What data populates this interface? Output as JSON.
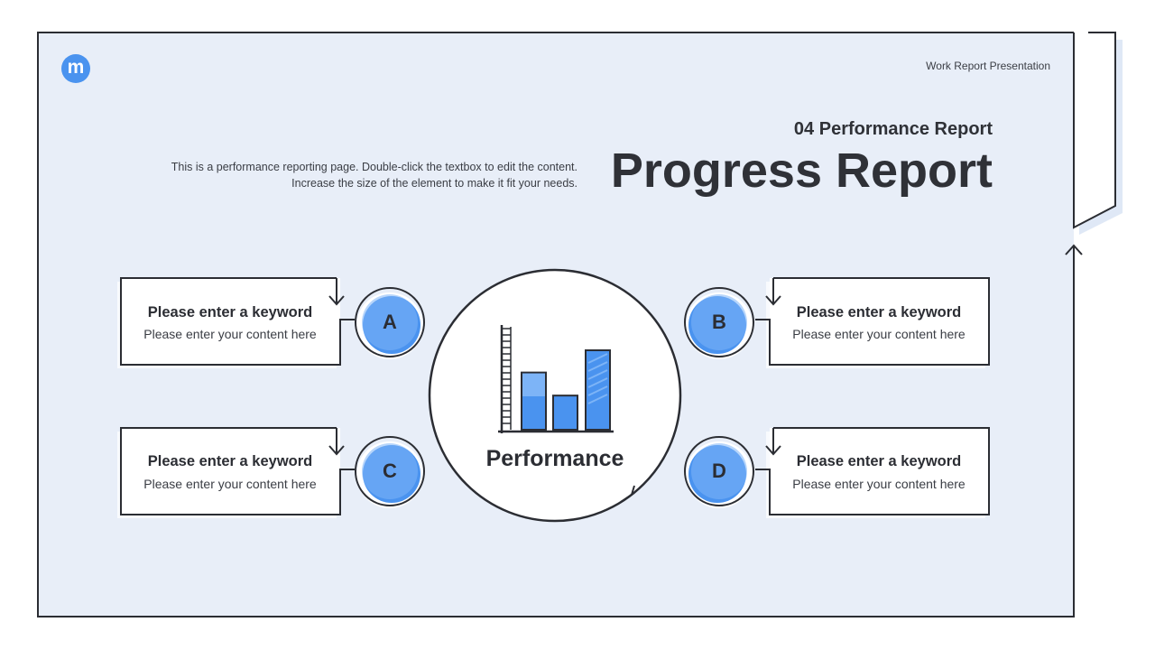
{
  "header": {
    "logo_glyph": "m",
    "presentation_label": "Work Report Presentation",
    "section_subtitle": "04 Performance Report",
    "title": "Progress Report",
    "description_line1": "This is a performance reporting page. Double-click the textbox to edit the content.",
    "description_line2": "Increase the size of the element to make it fit your needs."
  },
  "center": {
    "label": "Performance",
    "icon": "bar-chart-icon",
    "bar_levels": [
      0.72,
      0.43,
      1.0
    ]
  },
  "cards": [
    {
      "letter": "A",
      "keyword": "Please enter a keyword",
      "content": "Please enter your content here"
    },
    {
      "letter": "B",
      "keyword": "Please enter a keyword",
      "content": "Please enter your content here"
    },
    {
      "letter": "C",
      "keyword": "Please enter a keyword",
      "content": "Please enter your content here"
    },
    {
      "letter": "D",
      "keyword": "Please enter a keyword",
      "content": "Please enter your content here"
    }
  ],
  "colors": {
    "background": "#e8eef8",
    "accent": "#4a93ef",
    "accent_light": "#7db4f7",
    "outline": "#2b2d33"
  }
}
